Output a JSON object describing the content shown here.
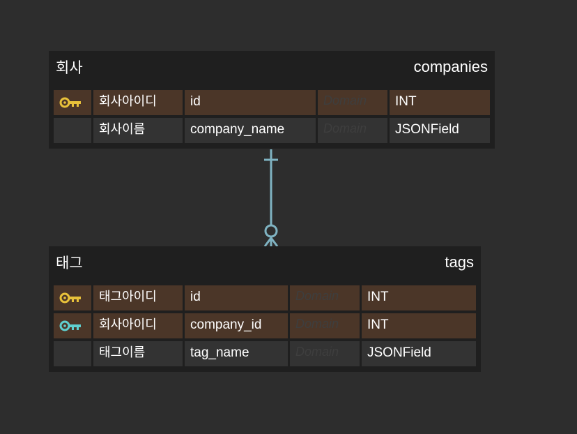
{
  "entities": {
    "companies": {
      "logical_name": "회사",
      "physical_name": "companies",
      "columns": [
        {
          "key": "primary",
          "logical": "회사아이디",
          "physical": "id",
          "domain": "Domain",
          "type": "INT"
        },
        {
          "key": "none",
          "logical": "회사이름",
          "physical": "company_name",
          "domain": "Domain",
          "type": "JSONField"
        }
      ]
    },
    "tags": {
      "logical_name": "태그",
      "physical_name": "tags",
      "columns": [
        {
          "key": "primary",
          "logical": "태그아이디",
          "physical": "id",
          "domain": "Domain",
          "type": "INT"
        },
        {
          "key": "foreign",
          "logical": "회사아이디",
          "physical": "company_id",
          "domain": "Domain",
          "type": "INT"
        },
        {
          "key": "none",
          "logical": "태그이름",
          "physical": "tag_name",
          "domain": "Domain",
          "type": "JSONField"
        }
      ]
    }
  },
  "relationship": {
    "from": "companies",
    "to": "tags",
    "from_cardinality": "one",
    "to_cardinality": "zero-or-many"
  },
  "colors": {
    "background": "#2d2d2d",
    "entity": "#1f1f1f",
    "key_row": "#4b3628",
    "normal_row": "#333333",
    "primary_key_icon": "#e8c13a",
    "foreign_key_icon": "#5fd0d0",
    "relationship_line": "#7fb3c2"
  },
  "icons": {
    "primary": "key-icon",
    "foreign": "foreign-key-icon"
  }
}
